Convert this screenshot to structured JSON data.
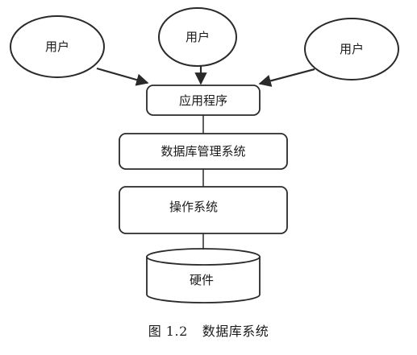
{
  "users": [
    {
      "label": "用户"
    },
    {
      "label": "用户"
    },
    {
      "label": "用户"
    }
  ],
  "layers": {
    "application": "应用程序",
    "dbms": "数据库管理系统",
    "os": "操作系统",
    "hardware": "硬件"
  },
  "caption": {
    "number": "图 1.2",
    "title": "数据库系统"
  },
  "colors": {
    "stroke": "#2a2a2a",
    "text": "#1a1a1a",
    "background": "#ffffff"
  }
}
